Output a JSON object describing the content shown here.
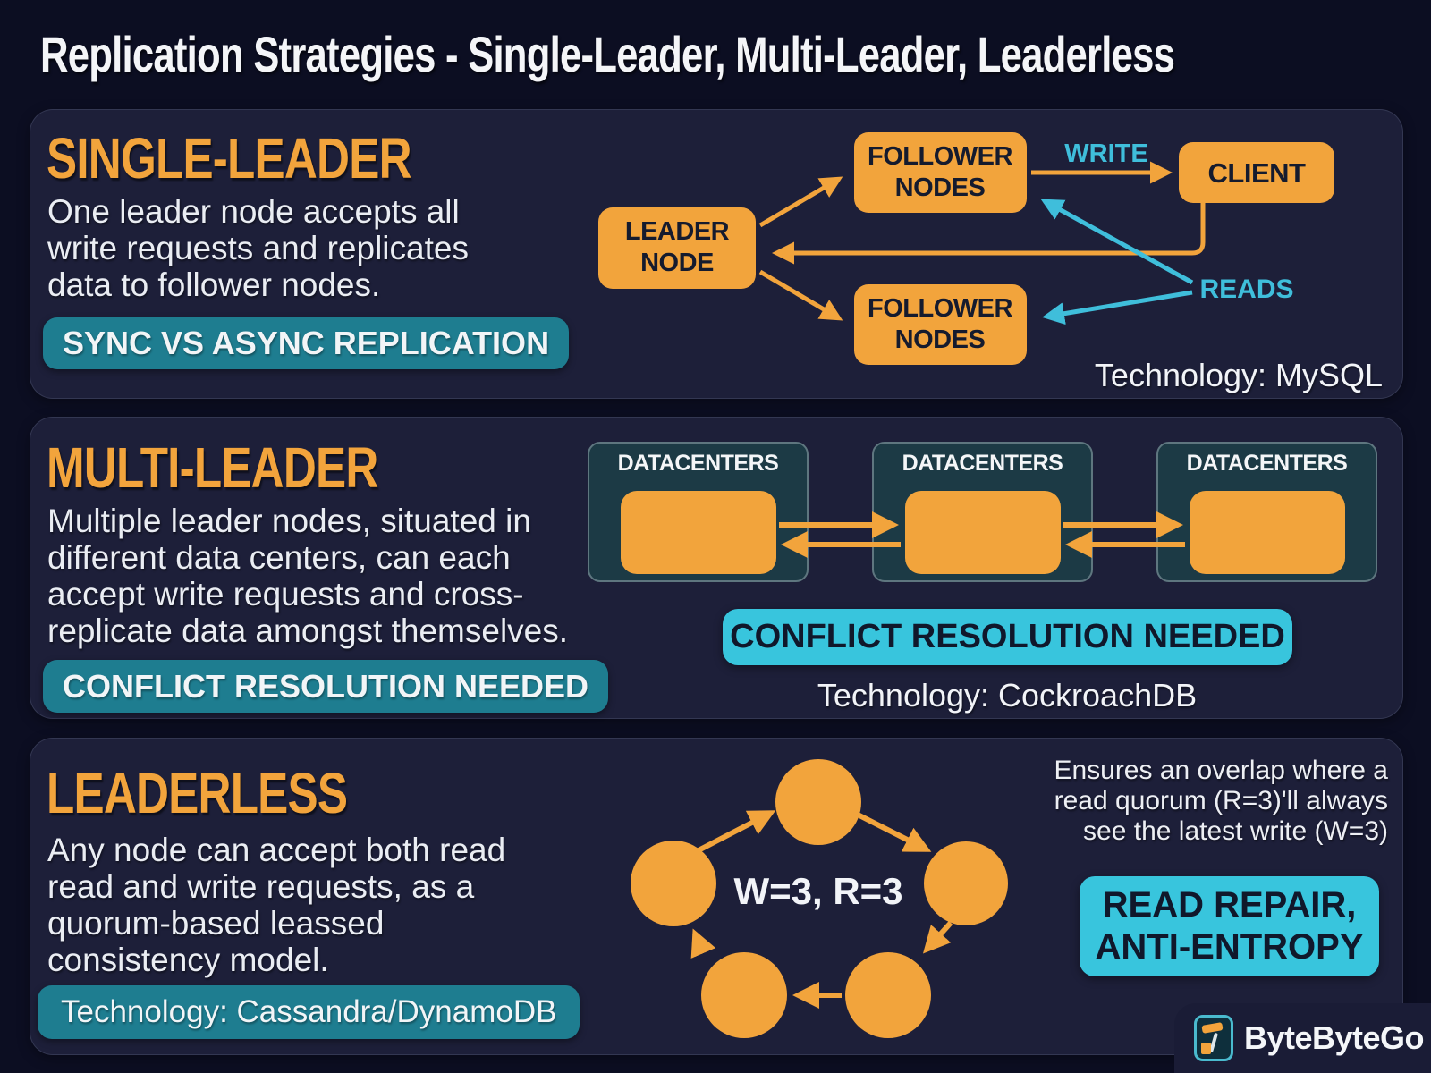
{
  "title": "Replication Strategies - Single-Leader, Multi-Leader, Leaderless",
  "brand": "ByteByteGo",
  "colors": {
    "background": "#0C0E22",
    "panel": "#1D1F39",
    "orange": "#F2A43C",
    "teal_badge": "#1E7D90",
    "cyan_badge": "#38C5DD",
    "cyan_text": "#3FBEDB",
    "white_text": "#F2F4F8",
    "dark_text": "#10182B",
    "datacenter_card": "#1C3A45"
  },
  "sections": {
    "single_leader": {
      "heading": "SINGLE-LEADER",
      "desc_lines": [
        "One leader node accepts all",
        "write requests and replicates",
        "data to follower nodes."
      ],
      "badge": "SYNC VS ASYNC REPLICATION",
      "technology": "Technology: MySQL",
      "diagram": {
        "leader_line1": "LEADER",
        "leader_line2": "NODE",
        "follower_top_line1": "FOLLOWER",
        "follower_top_line2": "NODES",
        "follower_bottom_line1": "FOLLOWER",
        "follower_bottom_line2": "NODES",
        "client": "CLIENT",
        "write": "WRITE",
        "reads": "READS"
      }
    },
    "multi_leader": {
      "heading": "MULTI-LEADER",
      "desc_lines": [
        "Multiple leader nodes, situated in",
        "different data centers, can each",
        "accept write requests and cross-",
        "replicate data amongst themselves."
      ],
      "badge": "CONFLICT RESOLUTION NEEDED",
      "datacenter_labels": [
        "DATACENTERS",
        "DATACENTERS",
        "DATACENTERS"
      ],
      "center_badge": "CONFLICT RESOLUTION NEEDED",
      "technology": "Technology: CockroachDB"
    },
    "leaderless": {
      "heading": "LEADERLESS",
      "desc_lines": [
        "Any node can accept both read",
        "read and write requests, as a",
        "quorum-based leassed",
        "consistency model."
      ],
      "badge": "Technology: Cassandra/DynamoDB",
      "quorum": "W=3, R=3",
      "note_lines": [
        "Ensures an overlap where a",
        "read quorum (R=3)'ll always",
        "see the latest write (W=3)"
      ],
      "repair_badge_lines": [
        "READ REPAIR,",
        "ANTI-ENTROPY"
      ]
    }
  }
}
